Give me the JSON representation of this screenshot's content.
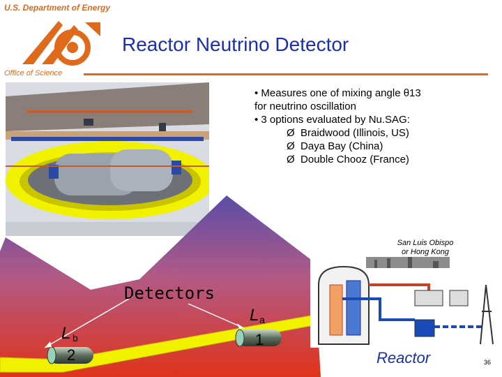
{
  "header": {
    "agency": "U.S. Department of Energy",
    "office": "Office of Science",
    "title": "Reactor Neutrino Detector"
  },
  "bullets": [
    "• Measures one of mixing angle θ13",
    "for neutrino oscillation",
    "• 3 options evaluated by Nu.SAG:"
  ],
  "options": [
    "Braidwood (Illinois, US)",
    "Daya Bay (China)",
    "Double Chooz (France)"
  ],
  "sub_marker": "Ø",
  "diagram": {
    "site_line1": "San Luis Obispo",
    "site_line2": "or Hong Kong",
    "detectors_label": "Detectors",
    "la_label": "L",
    "la_sub": "a",
    "one_label": "1",
    "lb_label": "L",
    "lb_sub": "b",
    "two_label": "2",
    "reactor_label": "Reactor"
  },
  "page_number": "36",
  "colors": {
    "accent_orange": "#e06a1b",
    "title_blue": "#1a2fb0",
    "tunnel_yellow": "#f2f200"
  }
}
